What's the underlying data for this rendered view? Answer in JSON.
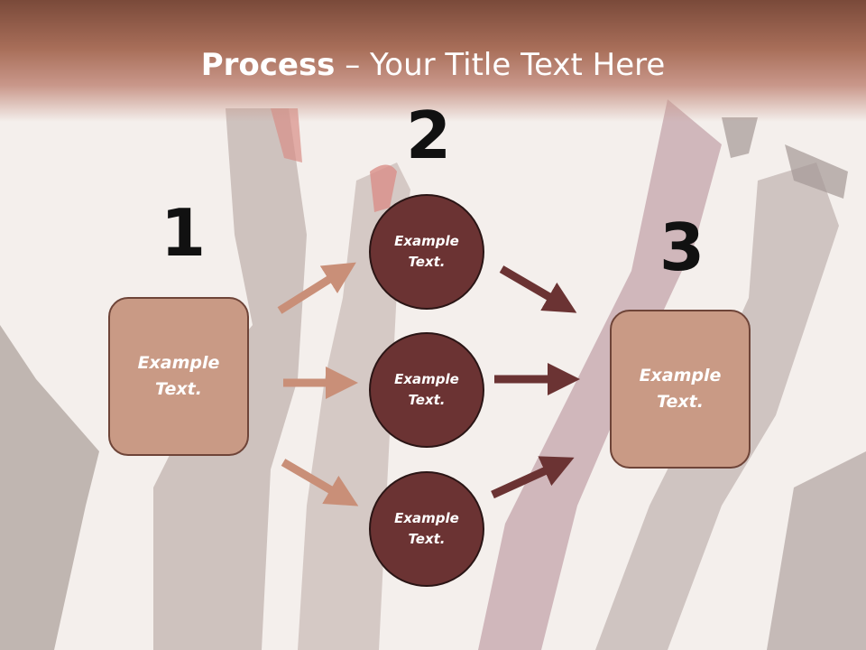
{
  "slide": {
    "title_bold": "Process",
    "title_rest": " – Your Title Text Here"
  },
  "steps": {
    "one": "1",
    "two": "2",
    "three": "3"
  },
  "boxes": {
    "left": [
      "Example",
      "Text."
    ],
    "right": [
      "Example",
      "Text."
    ]
  },
  "circles": [
    [
      "Example",
      "Text."
    ],
    [
      "Example",
      "Text."
    ],
    [
      "Example",
      "Text."
    ]
  ],
  "colors": {
    "header": "#a86e59",
    "box_fill": "#c99a85",
    "circle_fill": "#6b3333",
    "arrow_light": "#c98f78",
    "arrow_dark": "#6b3333"
  }
}
